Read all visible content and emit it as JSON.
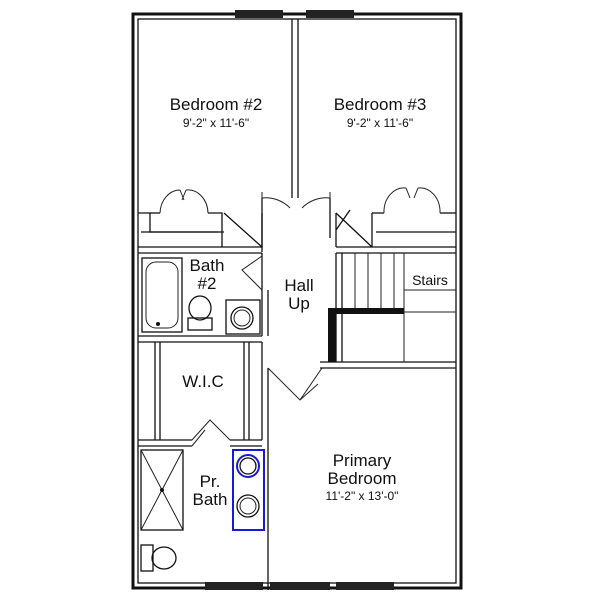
{
  "rooms": {
    "bedroom2": {
      "name": "Bedroom #2",
      "dims": "9'-2\" x 11'-6\""
    },
    "bedroom3": {
      "name": "Bedroom #3",
      "dims": "9'-2\" x 11'-6\""
    },
    "bath2": {
      "name_line1": "Bath",
      "name_line2": "#2"
    },
    "hall": {
      "name_line1": "Hall",
      "name_line2": "Up"
    },
    "stairs": {
      "name": "Stairs"
    },
    "wic": {
      "name": "W.I.C"
    },
    "primary_bath": {
      "name_line1": "Pr.",
      "name_line2": "Bath"
    },
    "primary_bedroom": {
      "name_line1": "Primary",
      "name_line2": "Bedroom",
      "dims": "11'-2\" x 13'-0\""
    }
  },
  "colors": {
    "wall": "#111111",
    "highlight": "#1a1ad6",
    "background": "#ffffff"
  },
  "icons": [
    "bathtub-icon",
    "toilet-icon",
    "sink-icon",
    "shower-icon",
    "window-icon",
    "door-swing-icon"
  ]
}
